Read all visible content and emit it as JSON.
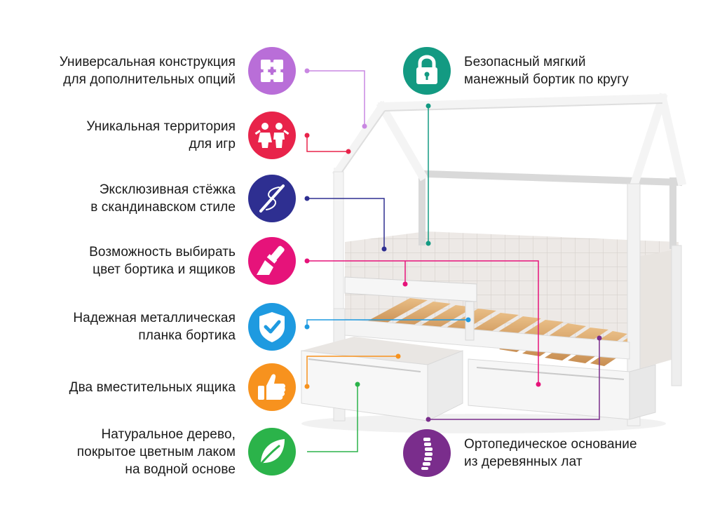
{
  "features": [
    {
      "id": "universal",
      "lines": [
        "Универсальная конструкция",
        "для дополнительных опций"
      ],
      "icon": "puzzle-icon",
      "color": "#b96ed8"
    },
    {
      "id": "territory",
      "lines": [
        "Уникальная территория",
        "для игр"
      ],
      "icon": "children-icon",
      "color": "#e8234a"
    },
    {
      "id": "stitch",
      "lines": [
        "Эксклюзивная стёжка",
        "в скандинавском стиле"
      ],
      "icon": "needle-icon",
      "color": "#2e2f91"
    },
    {
      "id": "color",
      "lines": [
        "Возможность выбирать",
        "цвет бортика и ящиков"
      ],
      "icon": "paintbrush-icon",
      "color": "#e6137a"
    },
    {
      "id": "metal",
      "lines": [
        "Надежная металлическая",
        "планка бортика"
      ],
      "icon": "shield-check-icon",
      "color": "#1e9ae0"
    },
    {
      "id": "drawers",
      "lines": [
        "Два вместительных ящика"
      ],
      "icon": "thumbs-up-icon",
      "color": "#f7921e"
    },
    {
      "id": "wood",
      "lines": [
        "Натуральное дерево,",
        "покрытое цветным лаком",
        "на водной основе"
      ],
      "icon": "leaf-icon",
      "color": "#2bb34a"
    },
    {
      "id": "safe",
      "lines": [
        "Безопасный мягкий",
        "манежный бортик по кругу"
      ],
      "icon": "lock-icon",
      "color": "#139a82"
    },
    {
      "id": "ortho",
      "lines": [
        "Ортопедическое основание",
        "из деревянных лат"
      ],
      "icon": "spine-icon",
      "color": "#7a2d8c"
    }
  ]
}
